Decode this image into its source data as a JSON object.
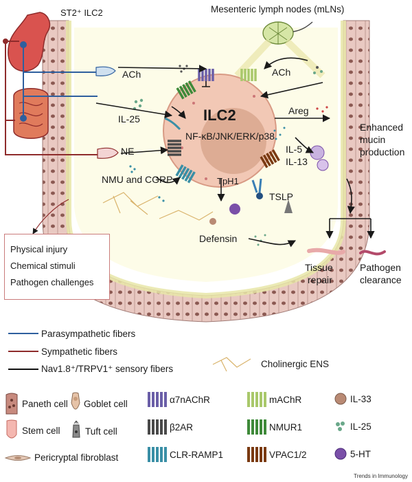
{
  "labels": {
    "st2_ilc2": "ST2⁺ ILC2",
    "mln": "Mesenteric lymph nodes (mLNs)",
    "ach_left": "ACh",
    "ach_right": "ACh",
    "il25": "IL-25",
    "ne": "NE",
    "nmu_cgrp": "NMU and CGRP",
    "ilc2": "ILC2",
    "pathway": "NF-κB/JNK/ERK/p38",
    "tph1": "TpH1",
    "tslp": "TSLP",
    "areg": "Areg",
    "il5": "IL-5",
    "il13": "IL-13",
    "enhanced_1": "Enhanced",
    "enhanced_2": "mucin",
    "enhanced_3": "production",
    "defensin": "Defensin",
    "tissue_1": "Tissue",
    "tissue_2": "repair",
    "pathogen_1": "Pathogen",
    "pathogen_2": "clearance"
  },
  "triggers": [
    "Physical injury",
    "Chemical stimuli",
    "Pathogen challenges"
  ],
  "fiber_legend": [
    {
      "label": "Parasympathetic fibers",
      "color": "#2e5f9e"
    },
    {
      "label": "Sympathetic fibers",
      "color": "#8e2b2b"
    },
    {
      "label": "Nav1.8⁺/TRPV1⁺ sensory  fibers",
      "color": "#111111"
    }
  ],
  "ens_label": "Cholinergic ENS",
  "cell_legend": [
    {
      "label": "Paneth cell",
      "icon": "paneth-cell-icon"
    },
    {
      "label": "Goblet cell",
      "icon": "goblet-cell-icon"
    },
    {
      "label": "Stem cell",
      "icon": "stem-cell-icon"
    },
    {
      "label": "Tuft cell",
      "icon": "tuft-cell-icon"
    },
    {
      "label": "Pericryptal fibroblast",
      "icon": "fibroblast-icon"
    }
  ],
  "receptor_legend": [
    {
      "label": "α7nAChR",
      "color": "#6b5fa8"
    },
    {
      "label": "β2AR",
      "color": "#4a4a4a"
    },
    {
      "label": "CLR-RAMP1",
      "color": "#3a8fa6"
    },
    {
      "label": "mAChR",
      "color": "#a9c86b"
    },
    {
      "label": "NMUR1",
      "color": "#3f8a3a"
    },
    {
      "label": "VPAC1/2",
      "color": "#7a3a12"
    }
  ],
  "ligand_legend": [
    {
      "label": "IL-33",
      "color": "#b98a74"
    },
    {
      "label": "IL-25",
      "color": "#6aa88a"
    },
    {
      "label": "5-HT",
      "color": "#7a4fa8"
    }
  ],
  "credit": "Trends in Immunology"
}
